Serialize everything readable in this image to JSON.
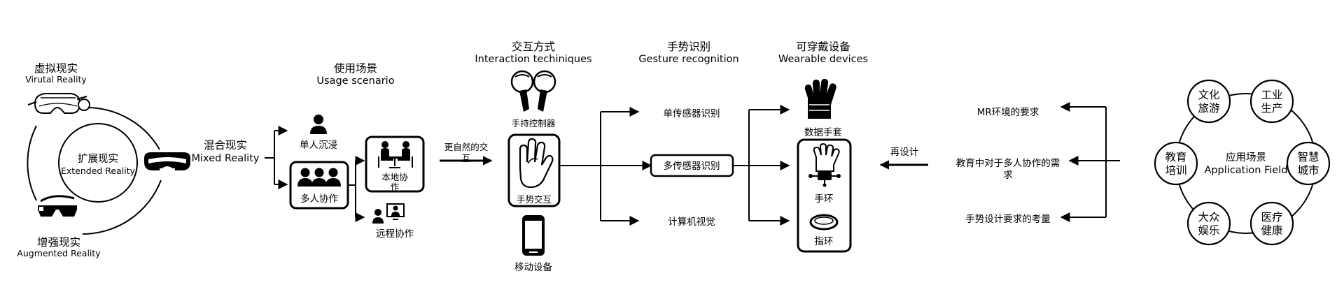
{
  "left_cluster": {
    "center": {
      "zh": "扩展现实",
      "en": "Extended Reality"
    },
    "vr": {
      "zh": "虚拟现实",
      "en": "Virutal Reality",
      "icon": "vr-headset-icon"
    },
    "ar": {
      "zh": "增强现实",
      "en": "Augmented Reality",
      "icon": "ar-glasses-icon"
    },
    "mr": {
      "zh": "混合现实",
      "en": "Mixed Reality",
      "icon": "mr-headset-icon"
    }
  },
  "usage": {
    "title_zh": "使用场景",
    "title_en": "Usage scenario",
    "single": "单人沉浸",
    "multi": "多人协作",
    "local_line1": "本地协",
    "local_line2": "作",
    "remote": "远程协作"
  },
  "interaction": {
    "arrow_label_line1": "更自然的交",
    "arrow_label_line2": "互",
    "title_zh": "交互方式",
    "title_en": "Interaction techiniques",
    "controller": "手持控制器",
    "gesture": "手势交互",
    "mobile": "移动设备"
  },
  "gesture_recognition": {
    "title_zh": "手势识别",
    "title_en": "Gesture recognition",
    "single_sensor": "单传感器识别",
    "multi_sensor": "多传感器识别",
    "vision": "计算机视觉"
  },
  "wearable": {
    "title_zh": "可穿戴设备",
    "title_en": "Wearable devices",
    "glove": "数据手套",
    "band": "手环",
    "ring": "指环"
  },
  "redesign": {
    "label": "再设计",
    "req1": "MR环境的要求",
    "req2_line1": "教育中对于多人协作的需",
    "req2_line2": "求",
    "req3": "手势设计要求的考量"
  },
  "application": {
    "center_zh": "应用场景",
    "center_en": "Application Field",
    "culture": [
      "文化",
      "旅游"
    ],
    "industry": [
      "工业",
      "生产"
    ],
    "smart_city": [
      "智慧",
      "城市"
    ],
    "medical": [
      "医疗",
      "健康"
    ],
    "entertainment": [
      "大众",
      "娱乐"
    ],
    "education": [
      "教育",
      "培训"
    ]
  }
}
